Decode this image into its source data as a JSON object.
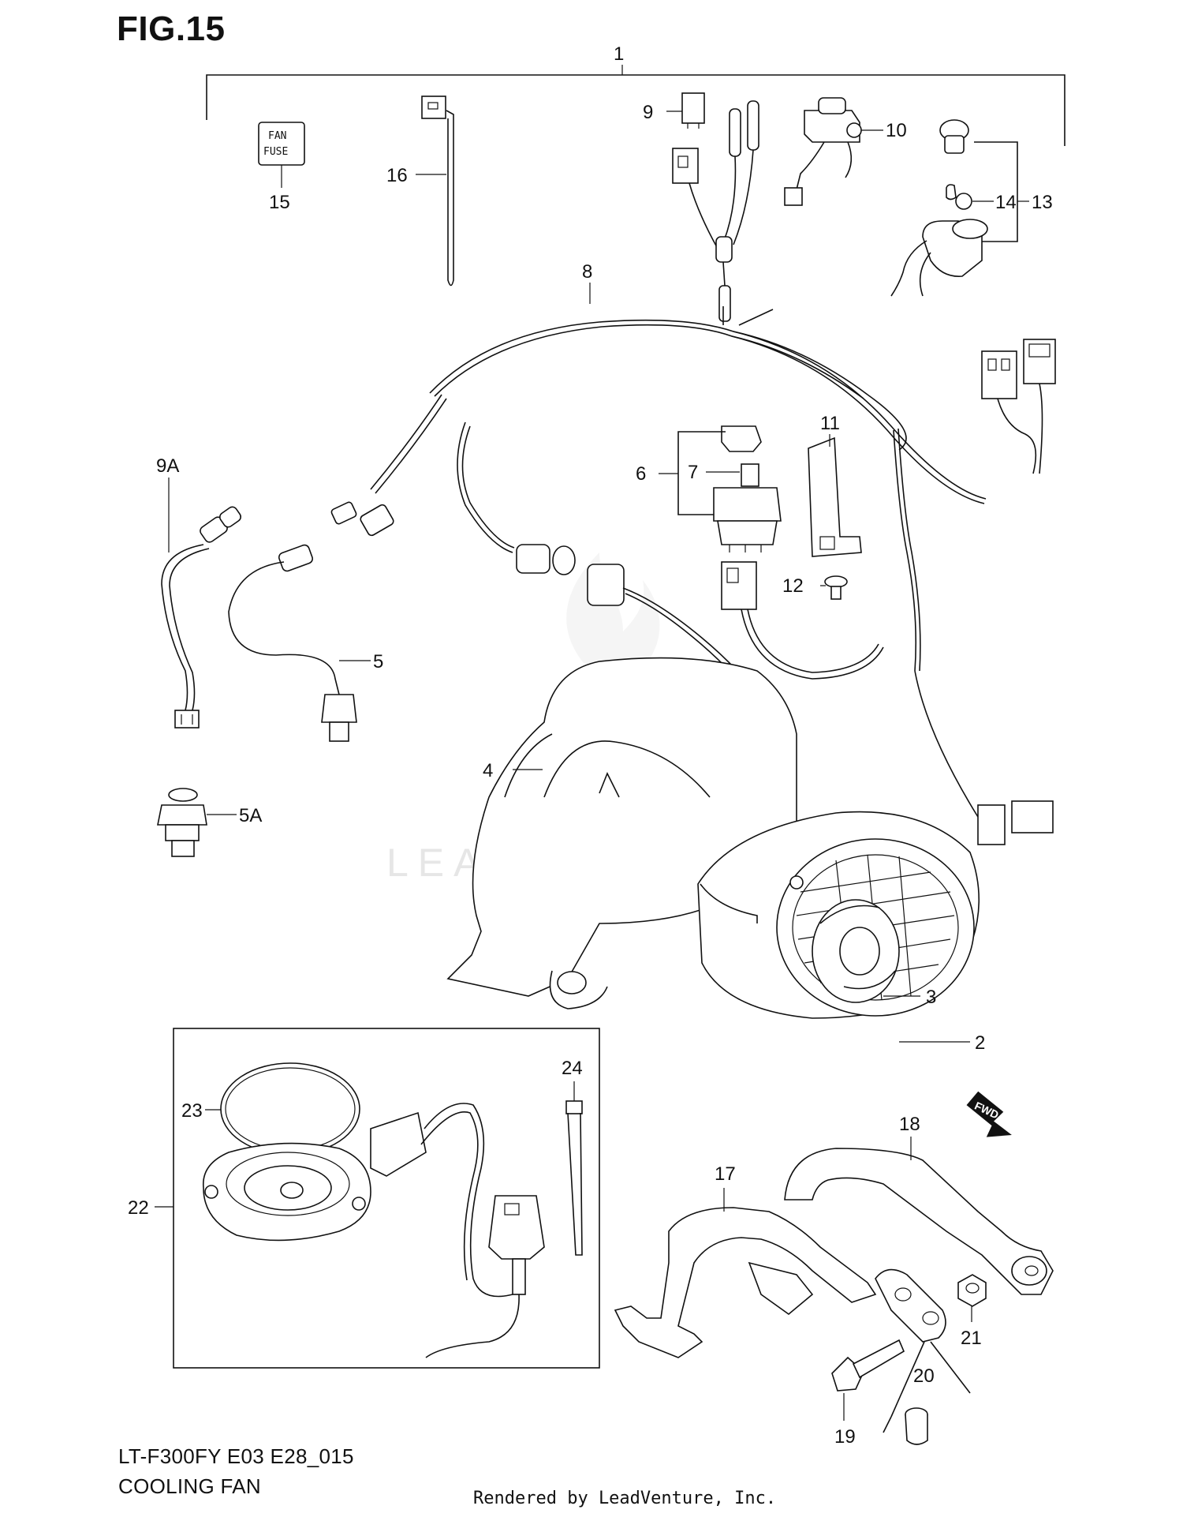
{
  "figure": {
    "title": "FIG.15",
    "model_code": "LT-F300FY E03 E28_015",
    "caption": "COOLING FAN",
    "credit": "Rendered by LeadVenture, Inc.",
    "watermark": "LEADVENTURE"
  },
  "fuse_label": {
    "line1": "FAN",
    "line2": "FUSE"
  },
  "fwd_label": "FWD",
  "callouts": {
    "c1": "1",
    "c2": "2",
    "c3": "3",
    "c4": "4",
    "c5": "5",
    "c5a": "5A",
    "c6": "6",
    "c7": "7",
    "c8": "8",
    "c9": "9",
    "c9a": "9A",
    "c10": "10",
    "c11": "11",
    "c12": "12",
    "c13": "13",
    "c14": "14",
    "c15": "15",
    "c16": "16",
    "c17": "17",
    "c18": "18",
    "c19": "19",
    "c20": "20",
    "c21": "21",
    "c22": "22",
    "c23": "23",
    "c24": "24"
  }
}
